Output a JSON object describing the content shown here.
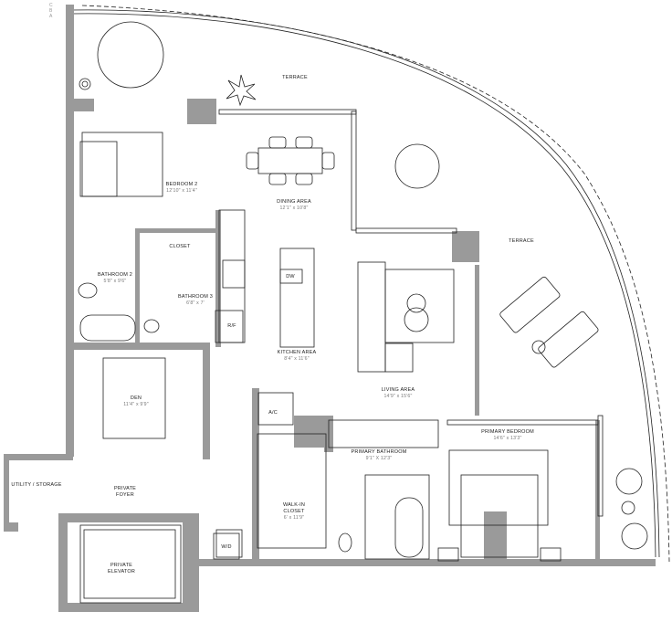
{
  "plan": {
    "colors": {
      "wall": "#9a9a9a",
      "line": "#222222",
      "background": "#ffffff",
      "label": "#222222",
      "dimension": "#777777"
    },
    "grid_markers": [
      "C",
      "B",
      "A"
    ],
    "rooms": [
      {
        "id": "terrace-north",
        "name": "TERRACE",
        "dim": ""
      },
      {
        "id": "terrace-east",
        "name": "TERRACE",
        "dim": ""
      },
      {
        "id": "bedroom-2",
        "name": "BEDROOM 2",
        "dim": "12'10\" x 11'4\""
      },
      {
        "id": "dining-area",
        "name": "DINING AREA",
        "dim": "12'1\" x 10'8\""
      },
      {
        "id": "closet",
        "name": "CLOSET",
        "dim": ""
      },
      {
        "id": "bathroom-2",
        "name": "BATHROOM 2",
        "dim": "5'8\" x 9'6\""
      },
      {
        "id": "bathroom-3",
        "name": "BATHROOM 3",
        "dim": "6'8\" x 7'"
      },
      {
        "id": "kitchen-area",
        "name": "KITCHEN AREA",
        "dim": "8'4\" x 11'6\""
      },
      {
        "id": "living-area",
        "name": "LIVING AREA",
        "dim": "14'9\" x 15'6\""
      },
      {
        "id": "den",
        "name": "DEN",
        "dim": "11'4\" x 9'9\""
      },
      {
        "id": "primary-bathroom",
        "name": "PRIMARY BATHROOM",
        "dim": "9'1\" X 12'3\""
      },
      {
        "id": "walk-in-closet",
        "name": "WALK-IN CLOSET",
        "dim": "6' x 11'9\""
      },
      {
        "id": "primary-bedroom",
        "name": "PRIMARY BEDROOM",
        "dim": "14'6\" x 13'3\""
      },
      {
        "id": "utility-storage",
        "name": "UTILITY / STORAGE",
        "dim": ""
      },
      {
        "id": "private-foyer",
        "name": "PRIVATE FOYER",
        "dim": ""
      },
      {
        "id": "private-elevator",
        "name": "PRIVATE ELEVATOR",
        "dim": ""
      }
    ],
    "fixtures": {
      "dishwasher": "DW",
      "refrigerator": "R/F",
      "air_conditioner": "A/C",
      "washer_dryer": "W/D"
    }
  }
}
